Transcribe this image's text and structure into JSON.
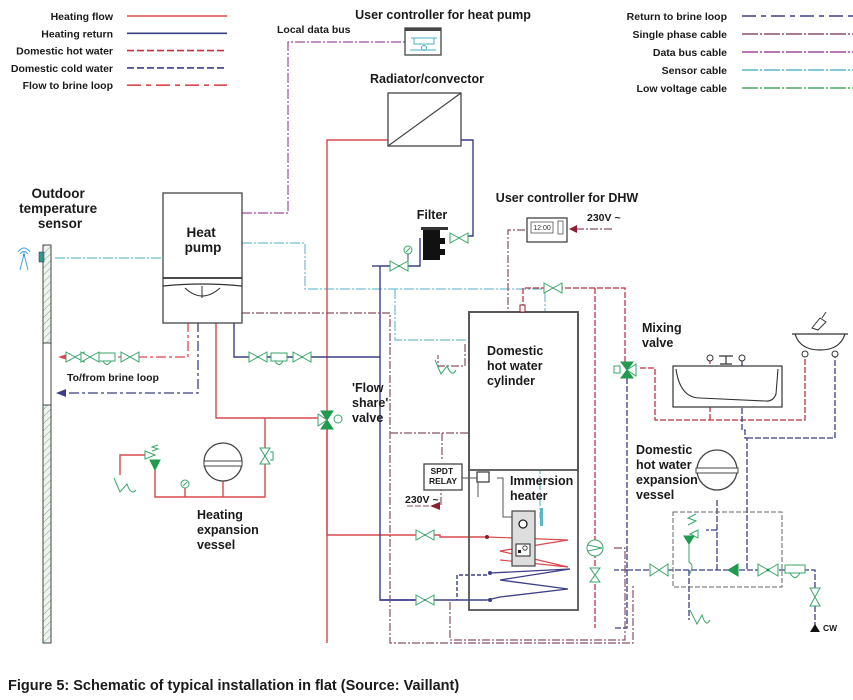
{
  "figure": {
    "caption": "Figure 5: Schematic of typical installation in flat (Source: Vaillant)"
  },
  "legend_left": [
    {
      "label": "Heating flow",
      "style": "solid",
      "color": "#d9484c"
    },
    {
      "label": "Heating return",
      "style": "solid",
      "color": "#3b3f86"
    },
    {
      "label": "Domestic hot water",
      "style": "dashed",
      "color": "#c2323e"
    },
    {
      "label": "Domestic cold water",
      "style": "dashed",
      "color": "#3b3f86"
    },
    {
      "label": "Flow to brine loop",
      "style": "dash-dot-long",
      "color": "#d9484c"
    }
  ],
  "legend_right": [
    {
      "label": "Return to brine loop",
      "style": "dash-dot-long",
      "color": "#3b3f86"
    },
    {
      "label": "Single phase cable",
      "style": "dash-dot",
      "color": "#8a5060"
    },
    {
      "label": "Data bus cable",
      "style": "dash-dot",
      "color": "#a04a9a"
    },
    {
      "label": "Sensor cable",
      "style": "dash-dot",
      "color": "#5ab8c8"
    },
    {
      "label": "Low voltage cable",
      "style": "dash-dot",
      "color": "#4aa860"
    }
  ],
  "components": {
    "heat_pump_controller": "User controller for heat pump",
    "local_data_bus": "Local data bus",
    "radiator": "Radiator/convector",
    "outdoor_sensor": [
      "Outdoor",
      "temperature",
      "sensor"
    ],
    "heat_pump": [
      "Heat",
      "pump"
    ],
    "filter": "Filter",
    "dhw_controller": "User controller for DHW",
    "dhw_controller_display": "12:00",
    "supply_230v_top": "230V ~",
    "supply_230v_relay": "230V ~",
    "brine_loop": "To/from brine loop",
    "dhw_cylinder": [
      "Domestic",
      "hot water",
      "cylinder"
    ],
    "flow_share_valve": [
      "'Flow",
      "share'",
      "valve"
    ],
    "mixing_valve": [
      "Mixing",
      "valve"
    ],
    "relay": [
      "SPDT",
      "RELAY"
    ],
    "immersion_heater": [
      "Immersion",
      "heater"
    ],
    "heating_expansion_vessel": [
      "Heating",
      "expansion",
      "vessel"
    ],
    "dhw_expansion_vessel": [
      "Domestic",
      "hot water",
      "expansion",
      "vessel"
    ],
    "cold_water_inlet": "CW"
  },
  "colors": {
    "heating_flow": "#d9484c",
    "heating_return": "#3b3f86",
    "dhw": "#c2323e",
    "dcw": "#3b3f86",
    "single_phase": "#8a5060",
    "data_bus": "#a04a9a",
    "sensor": "#6cc0d0",
    "valve_green": "#1f9a4e",
    "outline": "#444444"
  }
}
